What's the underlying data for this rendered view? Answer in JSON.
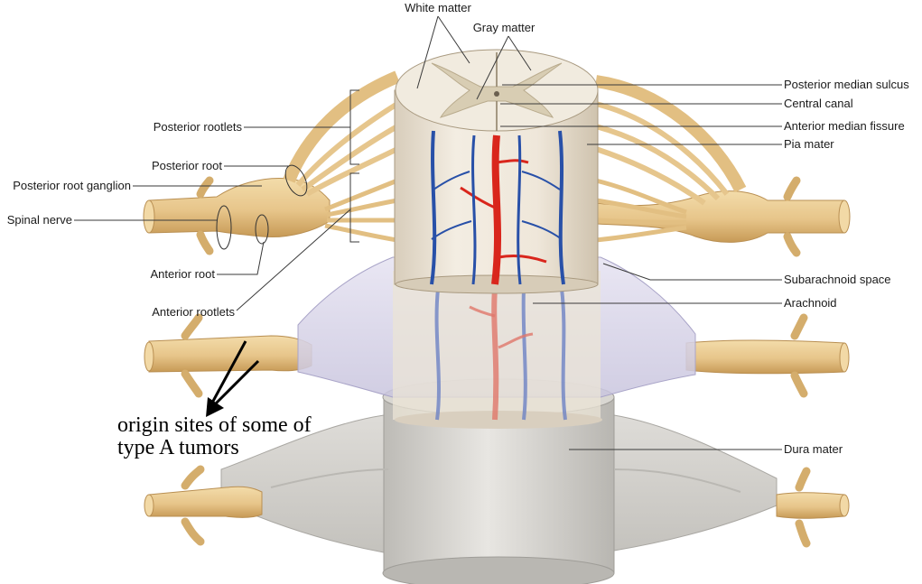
{
  "labels": {
    "white_matter": "White matter",
    "gray_matter": "Gray matter",
    "posterior_median_sulcus": "Posterior median sulcus",
    "central_canal": "Central canal",
    "anterior_median_fissure": "Anterior median fissure",
    "pia_mater": "Pia mater",
    "posterior_rootlets": "Posterior rootlets",
    "posterior_root": "Posterior root",
    "posterior_root_ganglion": "Posterior root ganglion",
    "spinal_nerve": "Spinal nerve",
    "anterior_root": "Anterior root",
    "anterior_rootlets": "Anterior rootlets",
    "subarachnoid_space": "Subarachnoid space",
    "arachnoid": "Arachnoid",
    "dura_mater": "Dura mater"
  },
  "annotation": {
    "line1": "origin sites of some of",
    "line2": "type A tumors"
  },
  "colors": {
    "nerve": "#e9c88a",
    "nerve_shadow": "#c99c55",
    "cord_surface": "#efe8dc",
    "gray_matter": "#d9cfb8",
    "artery": "#d9261c",
    "vein": "#2850a8",
    "arachnoid": "#d8d4ea",
    "dura": "#d2d0cc"
  }
}
